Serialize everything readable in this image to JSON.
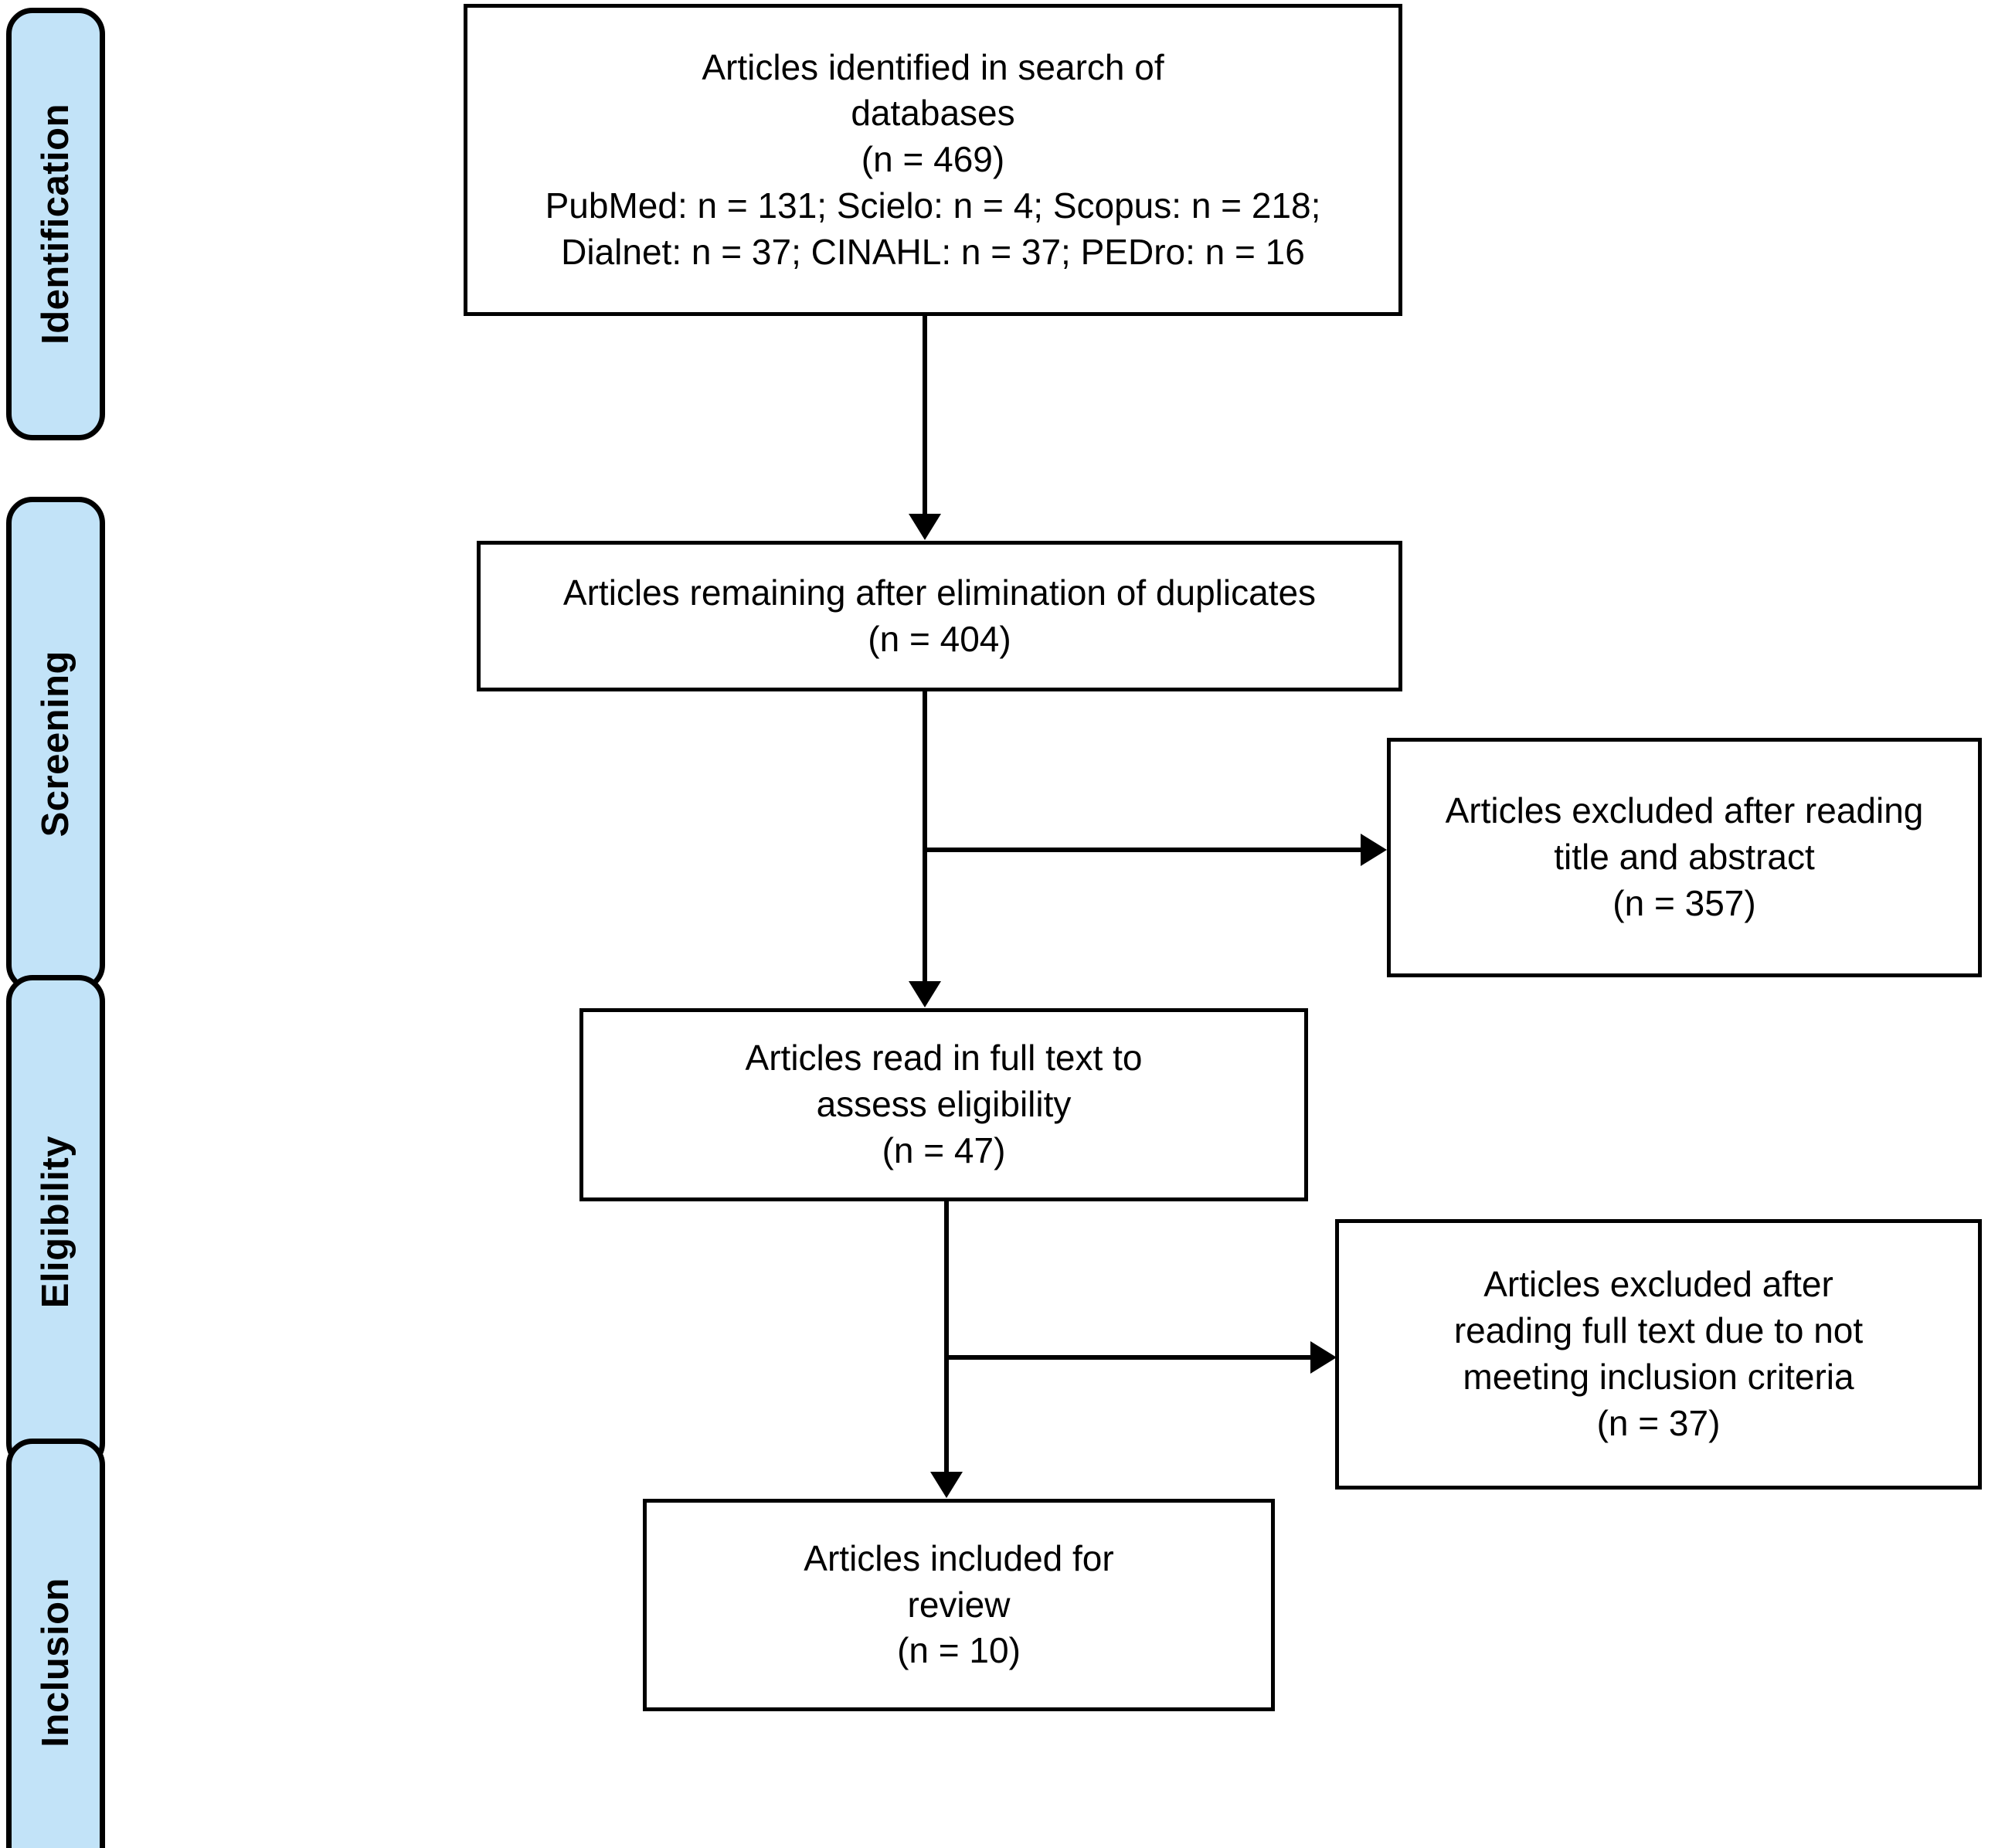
{
  "diagram": {
    "type": "prisma-flow-diagram",
    "accent_color": "#c2e3f8",
    "line_color": "#000000",
    "background": "#ffffff",
    "stages": [
      {
        "id": "identification",
        "label": "Identification"
      },
      {
        "id": "screening",
        "label": "Screening"
      },
      {
        "id": "eligibility",
        "label": "Eligibility"
      },
      {
        "id": "inclusion",
        "label": "Inclusion"
      }
    ],
    "boxes": [
      {
        "id": "identified",
        "text": "Articles identified in search of\ndatabases\n(n = 469)\nPubMed: n = 131; Scielo: n = 4; Scopus: n = 218;\nDialnet: n = 37; CINAHL: n = 37; PEDro: n = 16",
        "count": 469,
        "sources": [
          {
            "name": "PubMed",
            "n": 131
          },
          {
            "name": "Scielo",
            "n": 4
          },
          {
            "name": "Scopus",
            "n": 218
          },
          {
            "name": "Dialnet",
            "n": 37
          },
          {
            "name": "CINAHL",
            "n": 37
          },
          {
            "name": "PEDro",
            "n": 16
          }
        ]
      },
      {
        "id": "after-duplicates",
        "text": "Articles remaining after elimination of duplicates\n(n = 404)",
        "count": 404
      },
      {
        "id": "excluded-title-abstract",
        "text": "Articles excluded after reading\ntitle and abstract\n(n = 357)",
        "count": 357
      },
      {
        "id": "full-text-assessed",
        "text": "Articles read in full text to\nassess eligibility\n(n = 47)",
        "count": 47
      },
      {
        "id": "excluded-full-text",
        "text": "Articles excluded after\nreading full text due to not\nmeeting inclusion criteria\n(n = 37)",
        "count": 37
      },
      {
        "id": "included",
        "text": "Articles included for\nreview\n(n = 10)",
        "count": 10
      }
    ]
  }
}
